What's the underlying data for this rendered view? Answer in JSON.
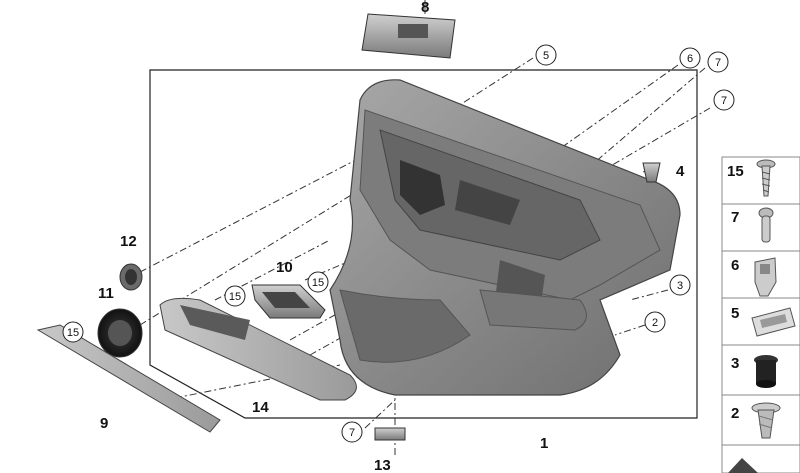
{
  "diagram": {
    "labels": [
      "1",
      "2",
      "3",
      "4",
      "5",
      "6",
      "7",
      "7",
      "7",
      "8",
      "9",
      "10",
      "11",
      "12",
      "13",
      "14",
      "15",
      "15",
      "15"
    ],
    "sidebar_labels": [
      "15",
      "7",
      "6",
      "5",
      "3",
      "2"
    ]
  },
  "colors": {
    "panel": "#8c8c8c",
    "panel_dark": "#5a5a5a",
    "panel_light": "#b8b8b8",
    "line": "#333333"
  }
}
